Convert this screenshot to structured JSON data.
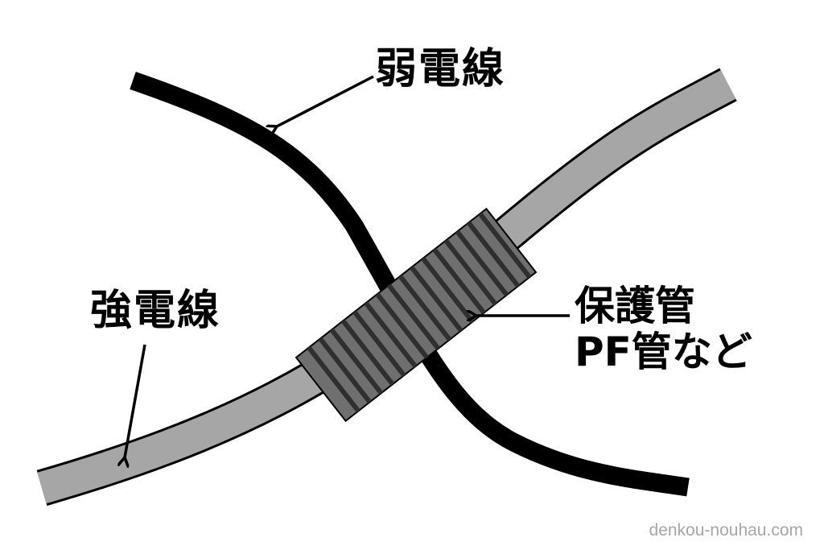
{
  "labels": {
    "weak_current_wire": "弱電線",
    "strong_current_wire": "強電線",
    "protective_pipe_line1": "保護管",
    "protective_pipe_line2": "PF管など"
  },
  "watermark": "denkou-nouhau.com",
  "colors": {
    "strong_wire_fill": "#a6a6a6",
    "strong_wire_outline": "#000000",
    "weak_wire": "#000000",
    "pipe_fill": "#6f6f6f",
    "pipe_ridges": "#2f2f2f",
    "background": "#ffffff"
  },
  "icons": {
    "arrows": "arrow-icon"
  }
}
